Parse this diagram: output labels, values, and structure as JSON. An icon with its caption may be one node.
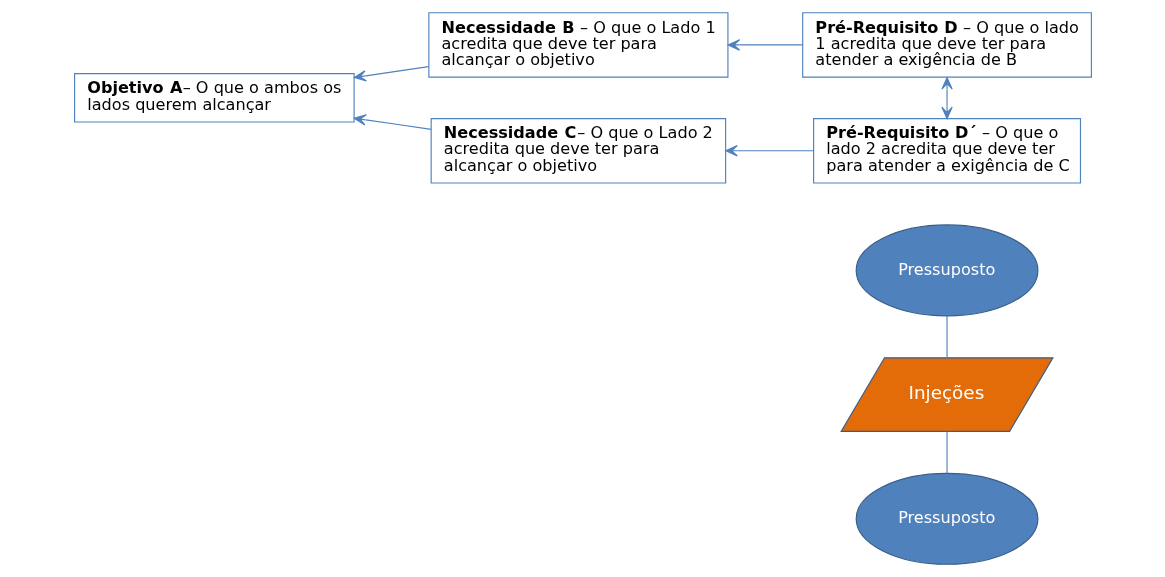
{
  "diagram": {
    "nodes": [
      {
        "text": [
          "Pressuposto"
        ]
      },
      {
        "text": [
          "**Necessidade B** – O que o Lado 1 acredita que deve ter para alcançar o objetivo"
        ]
      },
      {
        "text": [
          "**Pré-Requisito D** – O que o lado 1 acredita que deve ter para atender a exigência de B"
        ]
      },
      {
        "text": [
          "**Objetivo A**– O que o ambos os lados querem alcançar"
        ]
      },
      {
        "text": [
          "Injeções"
        ]
      },
      {
        "text": [
          "**Necessidade C**– O que o Lado 2 acredita que deve ter para alcançar o objetivo"
        ]
      },
      {
        "text": [
          "**Pré-Requisito D´** – O que o lado 2 acredita que deve ter para atender a exigência de C"
        ]
      },
      {
        "text": [
          "Pressuposto"
        ]
      }
    ],
    "edges": [
      {
        "from": 1,
        "to": 3,
        "arrow": "to"
      },
      {
        "from": 5,
        "to": 3,
        "arrow": "to"
      },
      {
        "from": 2,
        "to": 1,
        "arrow": "to"
      },
      {
        "from": 6,
        "to": 5,
        "arrow": "to"
      },
      {
        "from": 2,
        "to": 6,
        "arrow": "both"
      },
      {
        "from": 0,
        "to": 4,
        "arrow": "none"
      },
      {
        "from": 7,
        "to": 4,
        "arrow": "none"
      }
    ]
  }
}
